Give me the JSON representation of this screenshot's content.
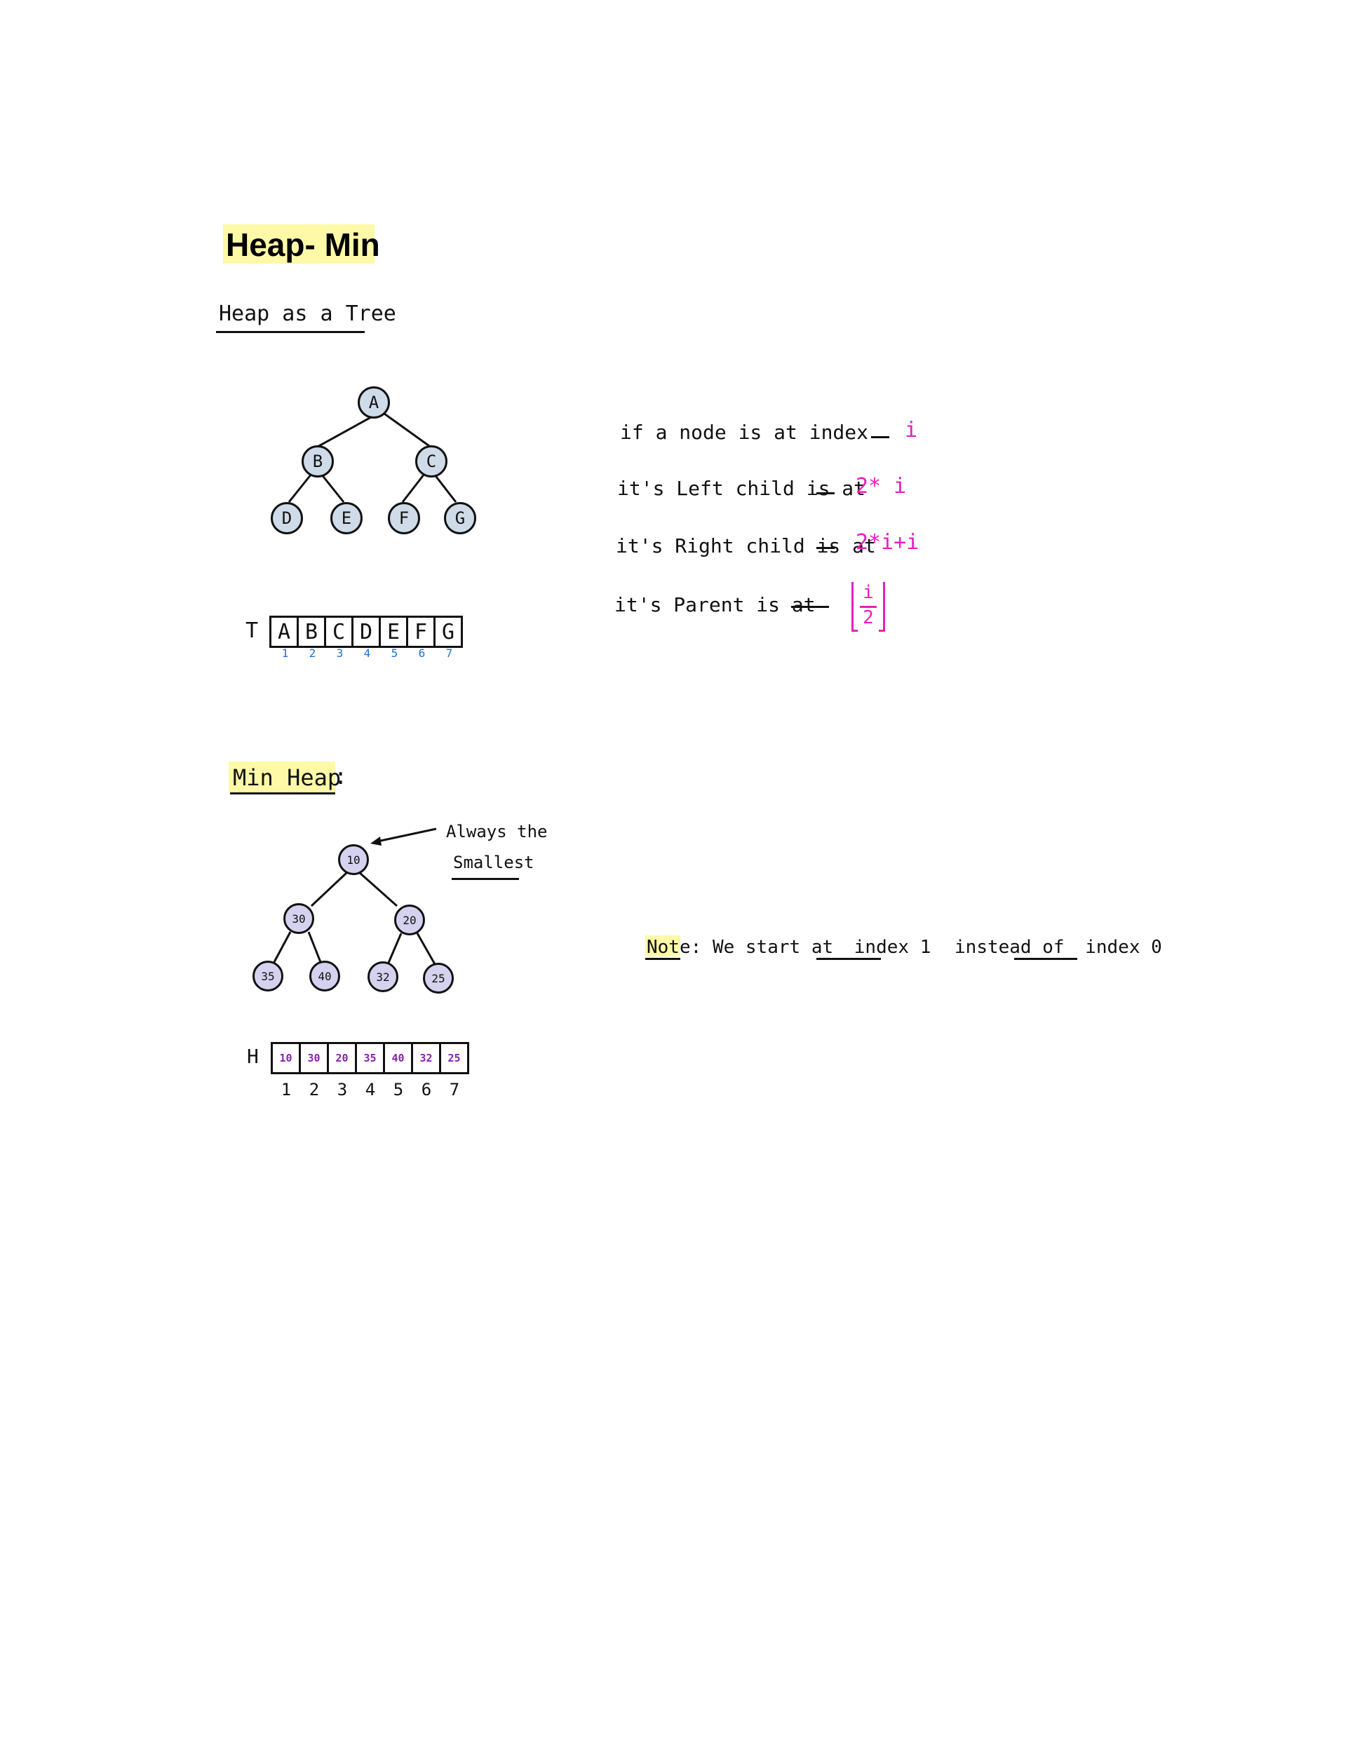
{
  "title": "Heap- Min",
  "section_tree": "Heap as a Tree",
  "tree": {
    "nodes": [
      "A",
      "B",
      "C",
      "D",
      "E",
      "F",
      "G"
    ]
  },
  "array_T": {
    "label": "T",
    "cells": [
      "A",
      "B",
      "C",
      "D",
      "E",
      "F",
      "G"
    ],
    "indices": [
      "1",
      "2",
      "3",
      "4",
      "5",
      "6",
      "7"
    ]
  },
  "formulas": [
    {
      "text": "if a node is at index",
      "value": "i"
    },
    {
      "text": "it's Left child is at",
      "value": "2* i"
    },
    {
      "text": "it's Right child is at",
      "value": "2*i+i"
    },
    {
      "text": "it's Parent is at",
      "num": "i",
      "den": "2"
    }
  ],
  "section_minheap": "Min Heap",
  "section_minheap_colon": ":",
  "min_heap": {
    "nodes": [
      "10",
      "30",
      "20",
      "35",
      "40",
      "32",
      "25"
    ],
    "annotation_line1": "Always the",
    "annotation_line2": "Smallest"
  },
  "array_H": {
    "label": "H",
    "cells": [
      "10",
      "30",
      "20",
      "35",
      "40",
      "32",
      "25"
    ],
    "indices": [
      "1",
      "2",
      "3",
      "4",
      "5",
      "6",
      "7"
    ]
  },
  "note": {
    "label": "Note:",
    "text1": "We start at",
    "em1": "index 1",
    "text2": "instead of",
    "em2": "index 0"
  },
  "colors": {
    "highlight": "#fdf9a7",
    "formula": "#e61fbf",
    "index_blue": "#1f6fd6",
    "heap_value": "#8a1fb0",
    "tree_node": "#cfdbe8",
    "minheap_node": "#d4d2ee"
  }
}
